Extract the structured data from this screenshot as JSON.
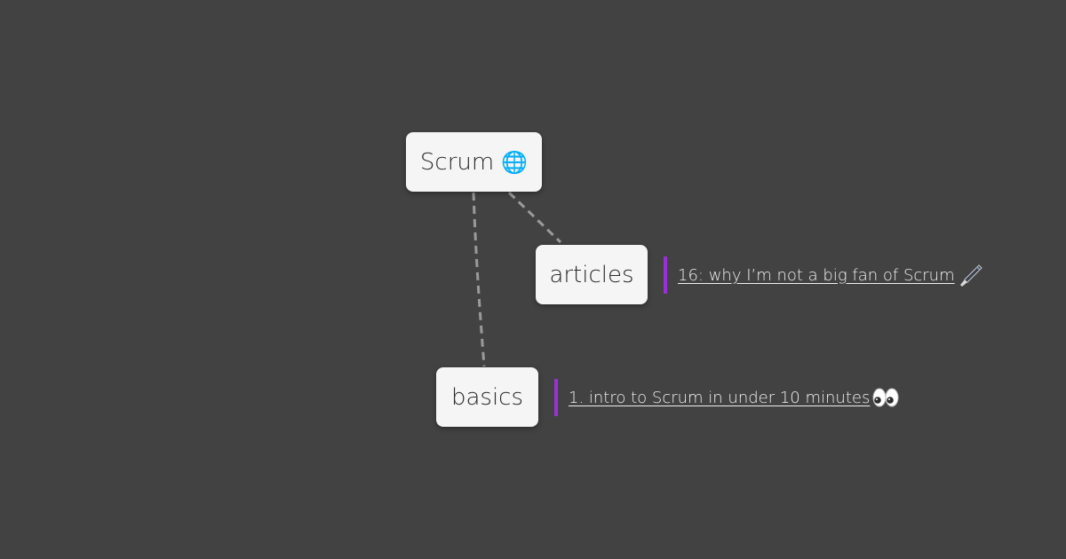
{
  "mindmap": {
    "background_color": "#424242",
    "edge_color": "#9a9a9a",
    "link_bar_color": "#9b30d9",
    "root": {
      "label": "Scrum",
      "icon": "globe-icon",
      "icon_glyph": "🌐"
    },
    "children": [
      {
        "label": "articles",
        "link": {
          "text": "16: why I’m not a big fan of Scrum ",
          "icon": "fountain-pen-icon"
        }
      },
      {
        "label": "basics",
        "link": {
          "text": "1. intro to Scrum in under 10 minutes ",
          "icon": "eyes-icon"
        }
      }
    ]
  }
}
